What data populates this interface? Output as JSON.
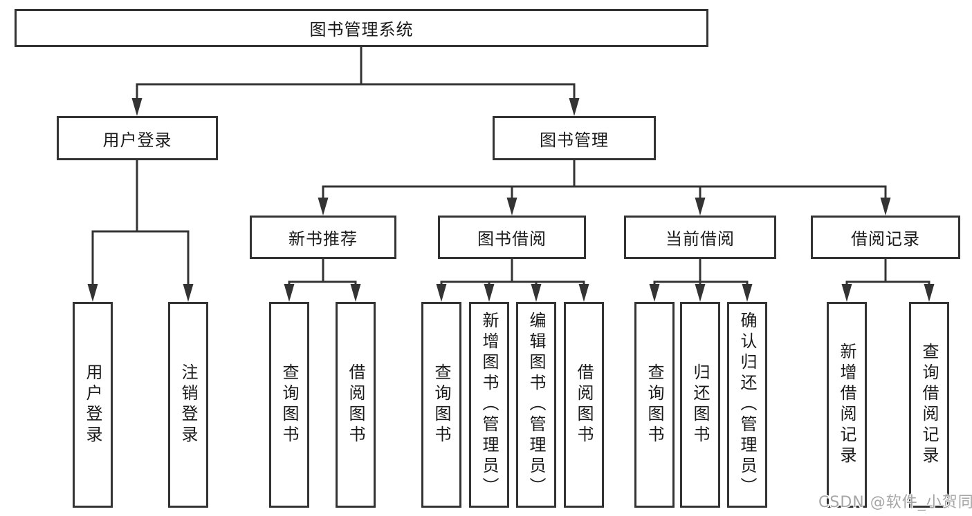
{
  "colors": {
    "line": "#333333",
    "box_border": "#333333",
    "text": "#1a1a1a",
    "watermark": "#a6a6a6",
    "background": "#ffffff"
  },
  "nodes": {
    "root": "图书管理系统",
    "user_login": "用户登录",
    "book_manage": "图书管理",
    "user_login_children": [
      "用户登录",
      "注销登录"
    ],
    "new_book": "新书推荐",
    "new_book_children": [
      "查询图书",
      "借阅图书"
    ],
    "book_borrow": "图书借阅",
    "book_borrow_children": [
      "查询图书",
      "新增图书（管理员）",
      "编辑图书（管理员）",
      "借阅图书"
    ],
    "current_borrow": "当前借阅",
    "current_borrow_children": [
      "查询图书",
      "归还图书",
      "确认归还（管理员）"
    ],
    "borrow_record": "借阅记录",
    "borrow_record_children": [
      "新增借阅记录",
      "查询借阅记录"
    ]
  },
  "watermark": {
    "text": "CSDN @软件_小贺同学"
  }
}
